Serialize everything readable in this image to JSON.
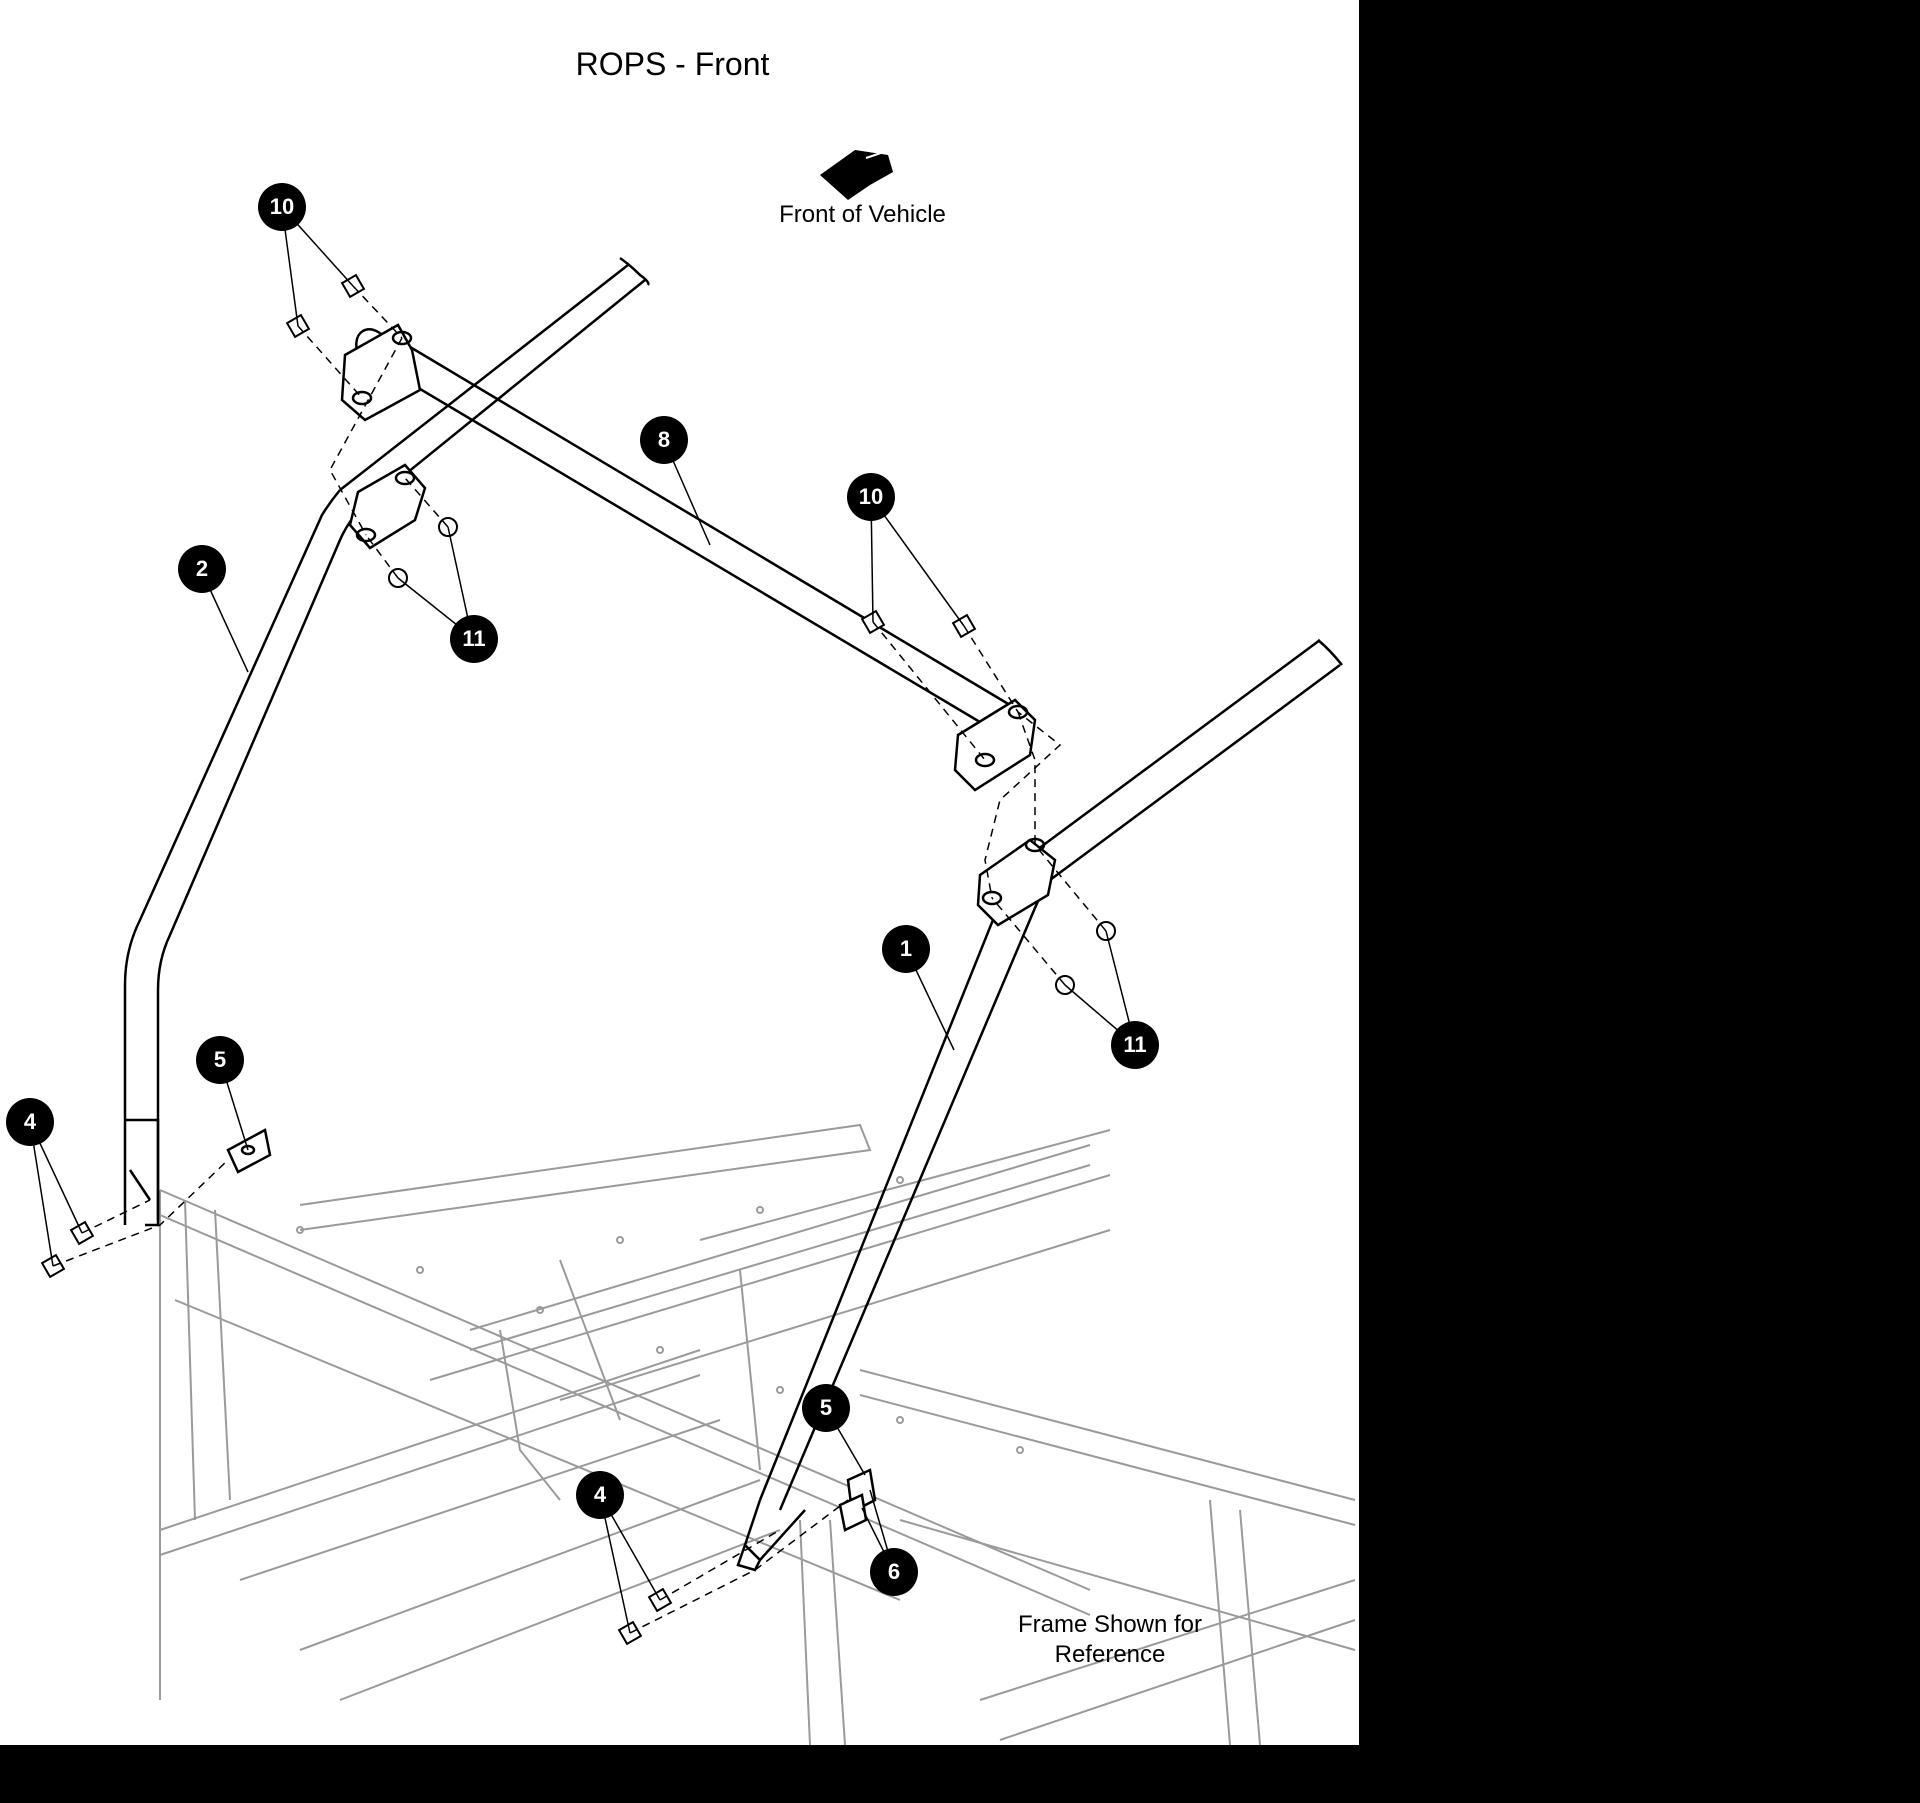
{
  "title": "ROPS - Front",
  "orientation_label": "Front of Vehicle",
  "frame_note": {
    "line1": "Frame Shown for",
    "line2": "Reference"
  },
  "callouts": {
    "c10_top": "10",
    "c10_mid": "10",
    "c8": "8",
    "c2": "2",
    "c11_top": "11",
    "c11_right": "11",
    "c1": "1",
    "c5_left": "5",
    "c4_left": "4",
    "c5_right": "5",
    "c4_right": "4",
    "c6": "6"
  },
  "colors": {
    "background": "#000000",
    "sheet": "#ffffff",
    "line_art": "#000000",
    "frame_art": "#9a9a9a",
    "callout_fill": "#000000",
    "callout_text": "#ffffff"
  }
}
